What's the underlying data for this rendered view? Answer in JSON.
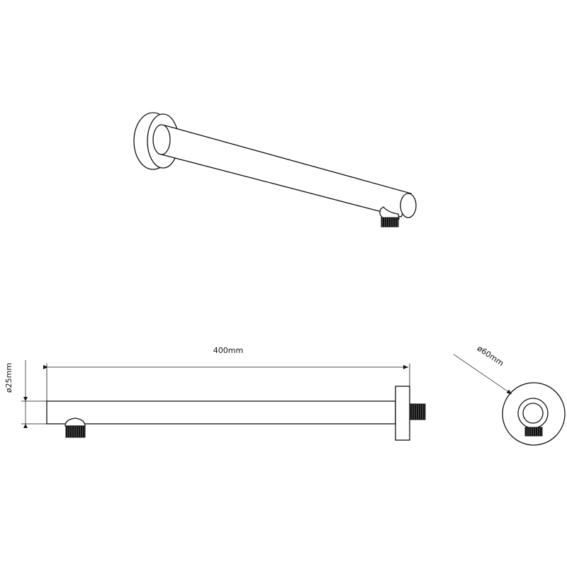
{
  "labels": {
    "length": "400mm",
    "pipe_diameter": "ø25mm",
    "flange_diameter": "ø60mm"
  },
  "colors": {
    "line": "#111111",
    "background": "#ffffff",
    "thread": "#111111"
  }
}
